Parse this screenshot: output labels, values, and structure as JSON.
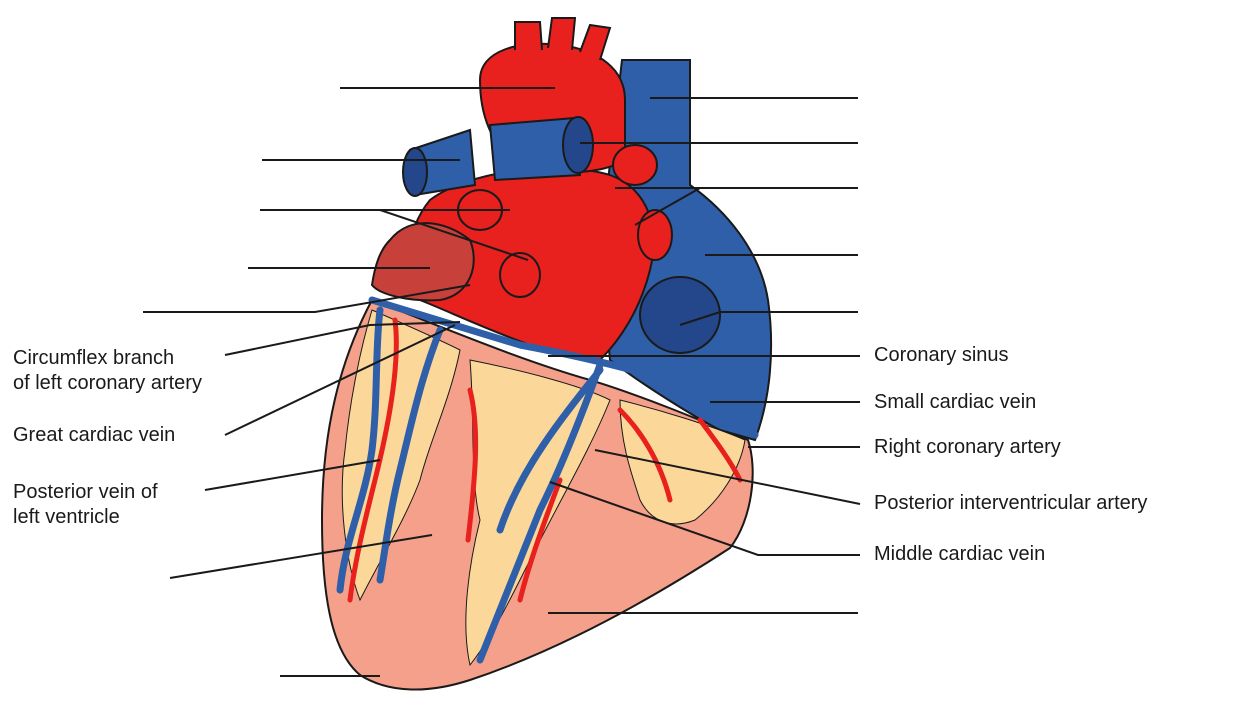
{
  "labels": {
    "circumflex": [
      "Circumflex branch",
      "of left coronary artery"
    ],
    "great_cardiac_vein": "Great cardiac vein",
    "posterior_vein": [
      "Posterior vein of",
      "left ventricle"
    ],
    "coronary_sinus": "Coronary sinus",
    "small_cardiac_vein": "Small cardiac vein",
    "right_coronary_artery": "Right coronary artery",
    "posterior_interventricular_artery": "Posterior interventricular artery",
    "middle_cardiac_vein": "Middle cardiac vein"
  },
  "colors": {
    "artery": "#e8201e",
    "vein": "#2f5fa8",
    "ventricle": "#f4a08a",
    "fat": "#fbd89a",
    "atrium_dark": "#c8403a",
    "outline": "#1a1a1a"
  }
}
